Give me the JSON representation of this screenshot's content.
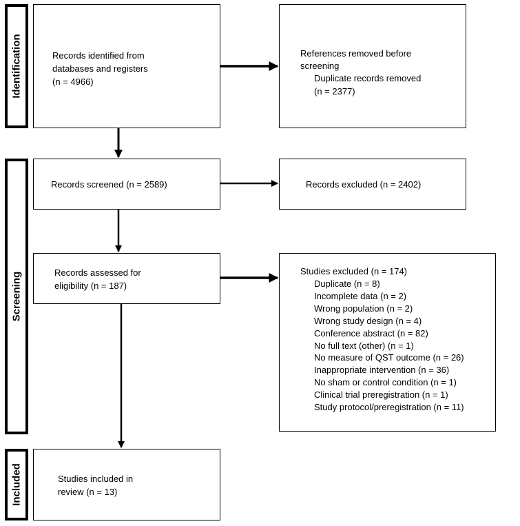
{
  "stages": {
    "identification": "Identification",
    "screening": "Screening",
    "included": "Included"
  },
  "boxes": {
    "identified": {
      "line1": "Records identified from",
      "line2": "databases and registers",
      "line3": "(n = 4966)"
    },
    "removed": {
      "line1": "References removed before",
      "line2": "screening",
      "line3": "Duplicate records removed",
      "line4": "(n = 2377)"
    },
    "screened": {
      "text": "Records screened (n = 2589)"
    },
    "excluded": {
      "text": "Records excluded (n = 2402)"
    },
    "assessed": {
      "line1": "Records assessed for",
      "line2": "eligibility (n = 187)"
    },
    "studies_excluded": {
      "title": "Studies excluded (n = 174)",
      "reasons": [
        "Duplicate (n = 8)",
        "Incomplete data (n = 2)",
        "Wrong population (n = 2)",
        "Wrong study design (n = 4)",
        "Conference abstract (n = 82)",
        "No full text (other) (n = 1)",
        "No measure of QST outcome (n = 26)",
        "Inappropriate intervention (n = 36)",
        "No sham or control condition (n = 1)",
        "Clinical trial preregistration (n = 1)",
        "Study protocol/preregistration (n = 11)"
      ]
    },
    "included": {
      "line1": "Studies included in",
      "line2": "review (n = 13)"
    }
  }
}
